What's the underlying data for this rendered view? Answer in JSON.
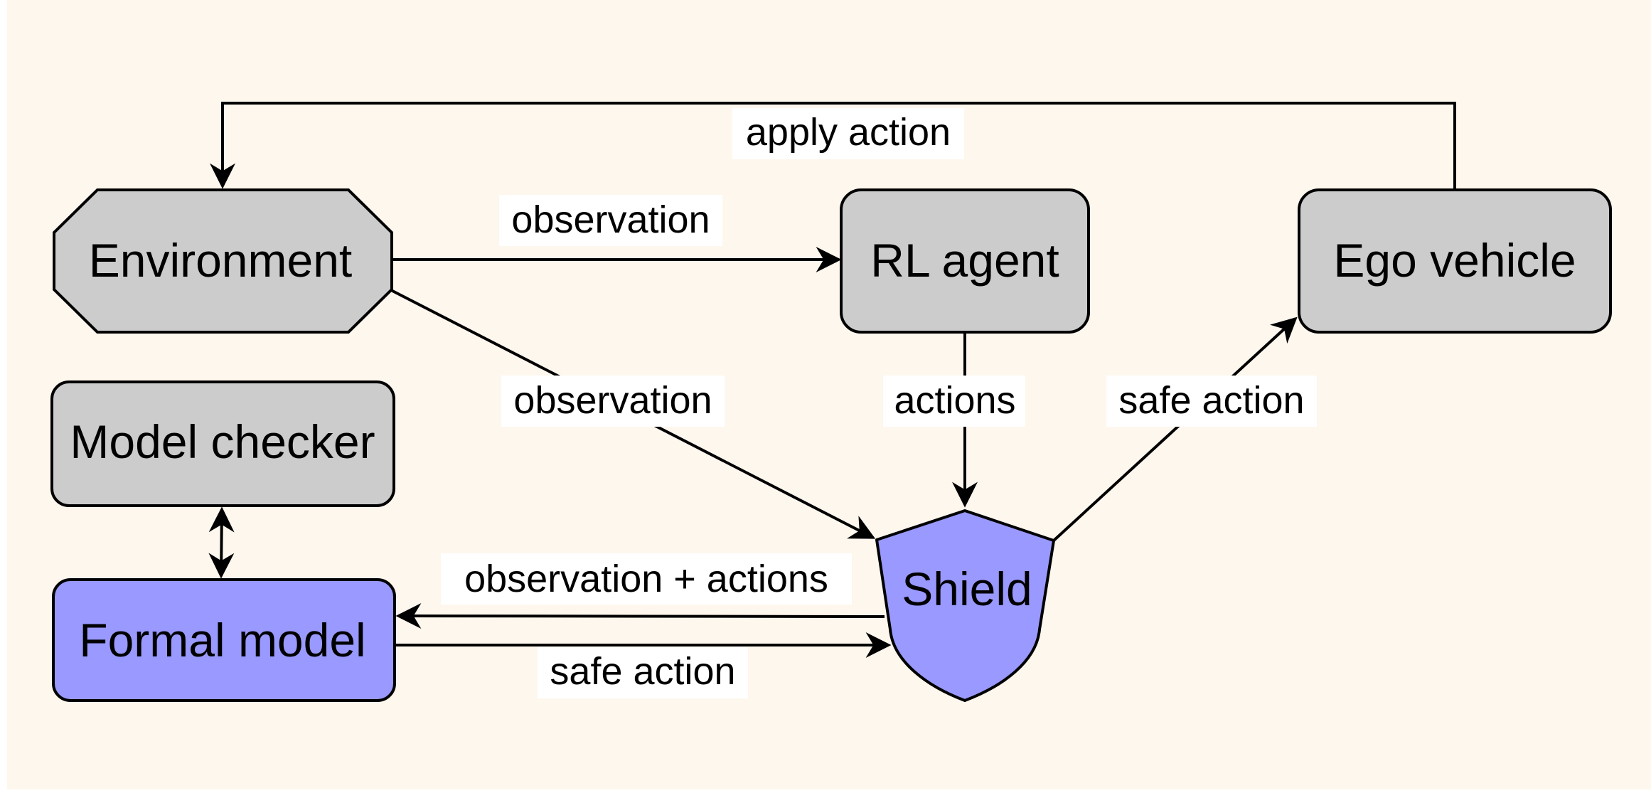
{
  "colors": {
    "background": "#fef7ee",
    "node_gray": "#cccccc",
    "node_blue": "#9999ff",
    "stroke": "#000000",
    "label_bg": "#ffffff"
  },
  "nodes": {
    "environment": "Environment",
    "rl_agent": "RL agent",
    "ego_vehicle": "Ego vehicle",
    "model_checker": "Model checker",
    "formal_model": "Formal model",
    "shield": "Shield"
  },
  "edges": {
    "apply_action": "apply action",
    "observation_to_agent": "observation",
    "observation_to_shield": "observation",
    "actions": "actions",
    "safe_action_to_vehicle": "safe action",
    "observation_plus_actions": "observation + actions",
    "safe_action_to_shield": "safe action"
  }
}
